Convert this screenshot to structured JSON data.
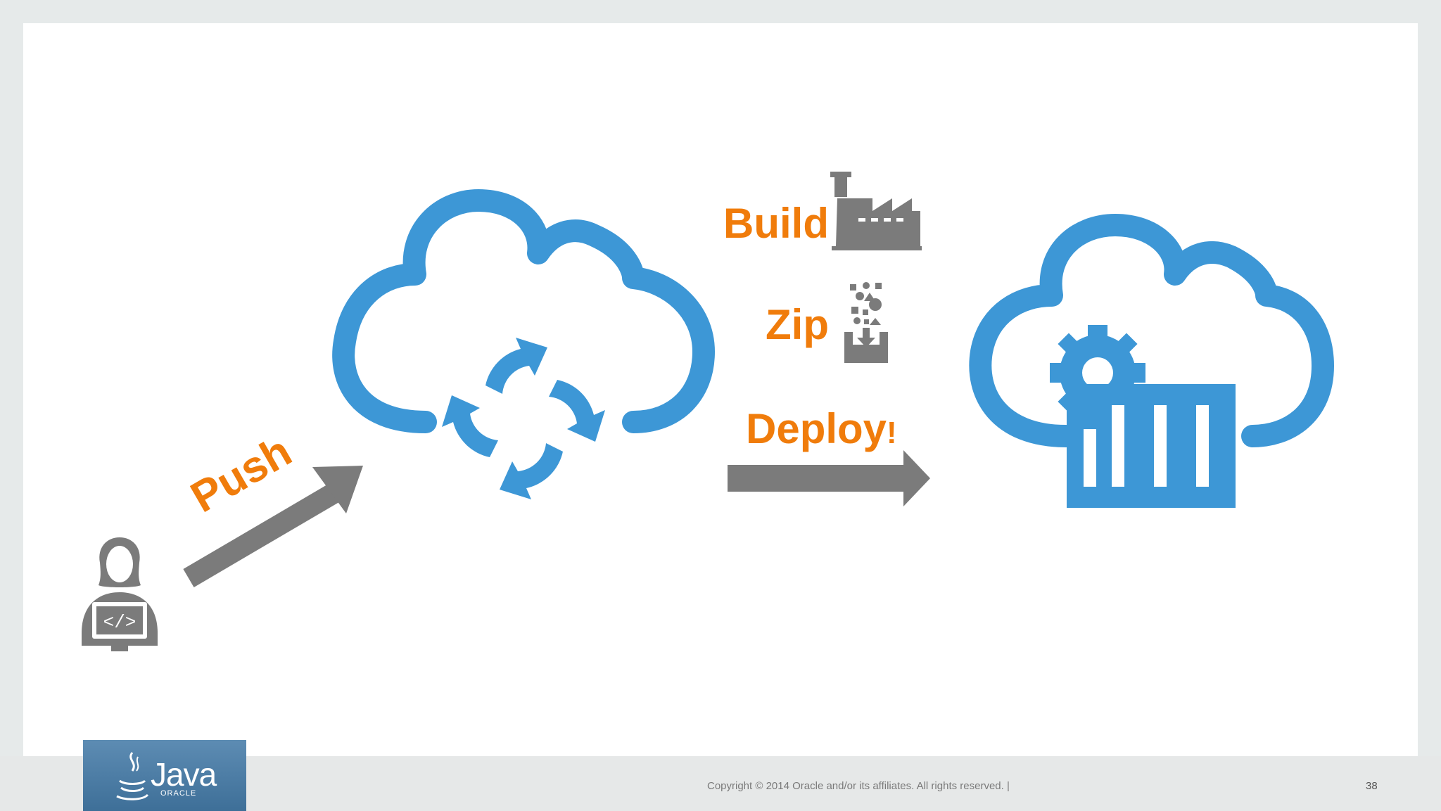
{
  "slide": {
    "labels": {
      "push": "Push",
      "build": "Build",
      "zip": "Zip",
      "deploy": "Deploy",
      "deploy_mark": "!"
    }
  },
  "footer": {
    "copyright": "Copyright © 2014 Oracle and/or its affiliates. All rights reserved.  |",
    "page_number": "38",
    "logo": {
      "word": "Java",
      "sub": "ORACLE"
    }
  },
  "icons": {
    "developer": "developer-laptop-icon",
    "source_cloud": "cloud-sync-icon",
    "build": "factory-icon",
    "zip": "archive-tray-icon",
    "target_cloud": "cloud-gear-container-icon",
    "push_arrow": "arrow-up-right-icon",
    "deploy_arrow": "arrow-right-icon"
  },
  "colors": {
    "accent_orange": "#f07c0b",
    "cloud_blue": "#3d97d6",
    "icon_gray": "#7b7b7b"
  }
}
